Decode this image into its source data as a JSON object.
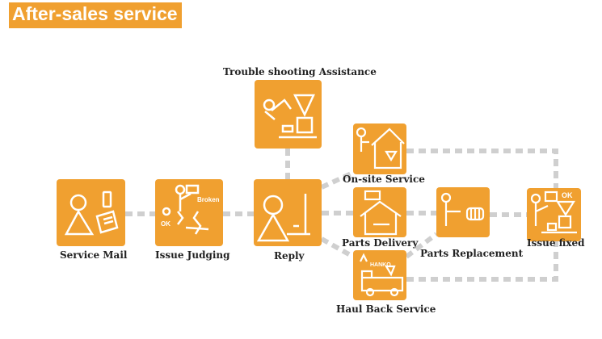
{
  "header": {
    "title": "After-sales service"
  },
  "colors": {
    "box": "#f0a030",
    "connector": "#cfcfcf",
    "icon": "#ffffff"
  },
  "nodes": {
    "service_mail": {
      "label": "Service Mail",
      "icon": "person-with-phone-and-mail-icon"
    },
    "issue_judging": {
      "label": "Issue Judging",
      "icon": "broken-part-inspection-icon",
      "icon_text": [
        "Broken",
        "OK"
      ]
    },
    "reply": {
      "label": "Reply",
      "icon": "person-at-monitor-icon"
    },
    "trouble_shooting": {
      "label": "Trouble shooting Assistance",
      "icon": "technician-repair-icon"
    },
    "onsite_service": {
      "label": "On-site Service",
      "icon": "technician-at-house-icon"
    },
    "parts_delivery": {
      "label": "Parts Delivery",
      "icon": "warehouse-parts-icon"
    },
    "parts_replacement": {
      "label": "Parts Replacement",
      "icon": "part-swap-icon"
    },
    "haul_back": {
      "label": "Haul Back Service",
      "icon": "truck-return-icon",
      "icon_text": "HANKO"
    },
    "issue_fixed": {
      "label": "Issue fixed",
      "icon": "fixed-ok-icon",
      "icon_text": "OK"
    }
  }
}
